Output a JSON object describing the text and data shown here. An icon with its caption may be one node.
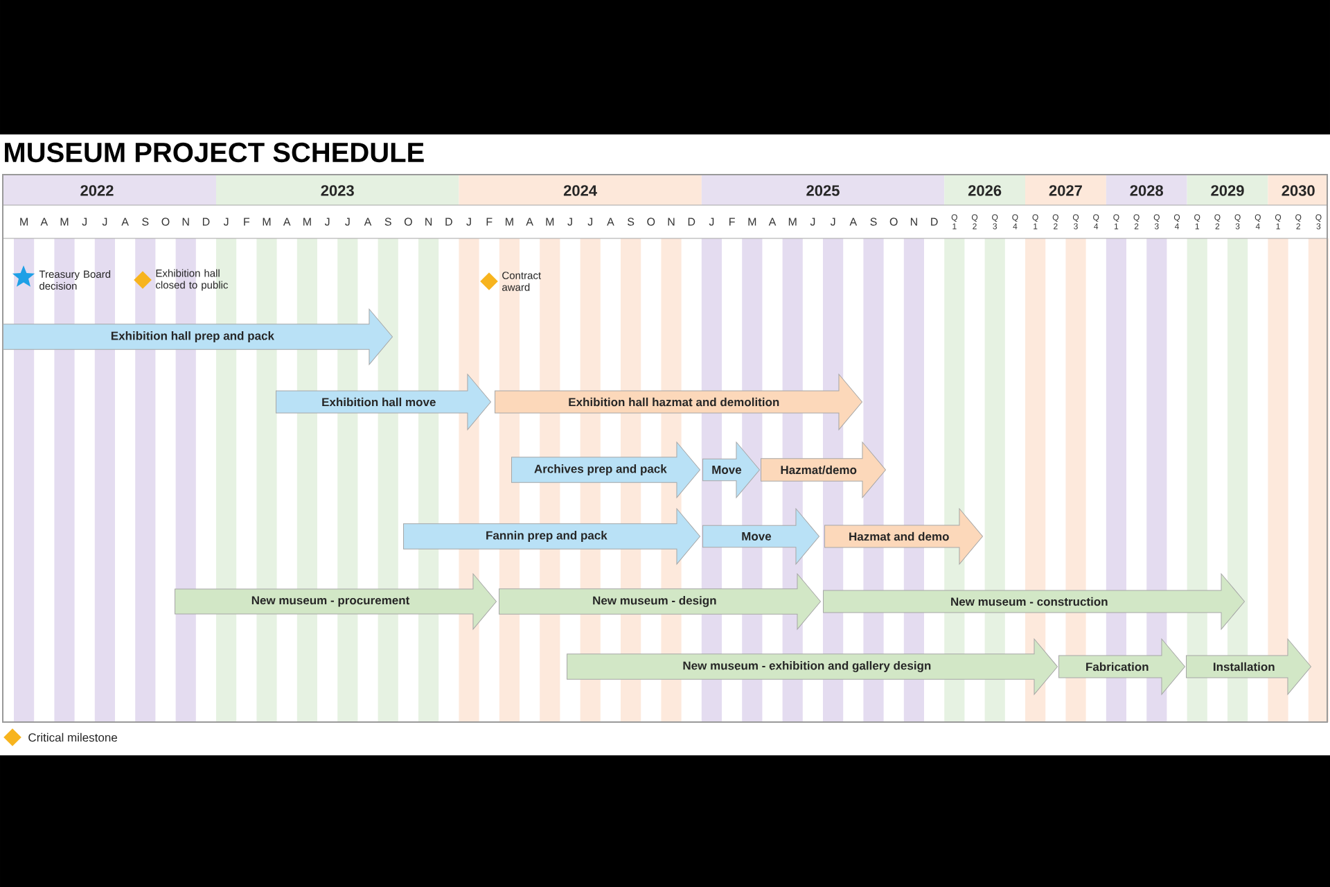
{
  "diagram": {
    "title": "MUSEUM PROJECT SCHEDULE",
    "nodes": [
      {
        "text": [
          "Exhibition hall prep and pack"
        ]
      },
      {
        "text": [
          "Exhibition hall move"
        ]
      },
      {
        "text": [
          "Exhibition hall hazmat and demolition"
        ]
      },
      {
        "text": [
          "Archives prep and pack"
        ]
      },
      {
        "text": [
          "Move"
        ]
      },
      {
        "text": [
          "Hazmat/demo"
        ]
      },
      {
        "text": [
          "Fannin prep and pack"
        ]
      },
      {
        "text": [
          "Move"
        ]
      },
      {
        "text": [
          "Hazmat and demo"
        ]
      },
      {
        "text": [
          "New museum - procurement"
        ]
      },
      {
        "text": [
          "New museum - design"
        ]
      },
      {
        "text": [
          "New museum - construction"
        ]
      },
      {
        "text": [
          "New museum - exhibition and gallery design"
        ]
      },
      {
        "text": [
          "Fabrication"
        ]
      },
      {
        "text": [
          "Installation"
        ]
      }
    ],
    "labels": [
      "2022",
      "2023",
      "2024",
      "2025",
      "2026",
      "2027",
      "2028",
      "2029",
      "2030",
      "M",
      "A",
      "M",
      "J",
      "J",
      "A",
      "S",
      "O",
      "N",
      "D",
      "J",
      "F",
      "M",
      "A",
      "M",
      "J",
      "J",
      "A",
      "S",
      "O",
      "N",
      "D",
      "J",
      "F",
      "M",
      "A",
      "M",
      "J",
      "J",
      "A",
      "S",
      "O",
      "N",
      "D",
      "J",
      "F",
      "M",
      "A",
      "M",
      "J",
      "J",
      "A",
      "S",
      "O",
      "N",
      "D",
      "Q 1",
      "Q 2",
      "Q 3",
      "Q 4",
      "Q 1",
      "Q 2",
      "Q 3",
      "Q 4",
      "Q 1",
      "Q 2",
      "Q 3",
      "Q 4",
      "Q 1",
      "Q 2",
      "Q 3",
      "Q 4",
      "Q 1",
      "Q 2",
      "Q 3",
      "Treasury Board decision",
      "Exhibition hall closed to public",
      "Contract award"
    ],
    "legend": [
      {
        "text": "Critical milestone"
      }
    ]
  }
}
